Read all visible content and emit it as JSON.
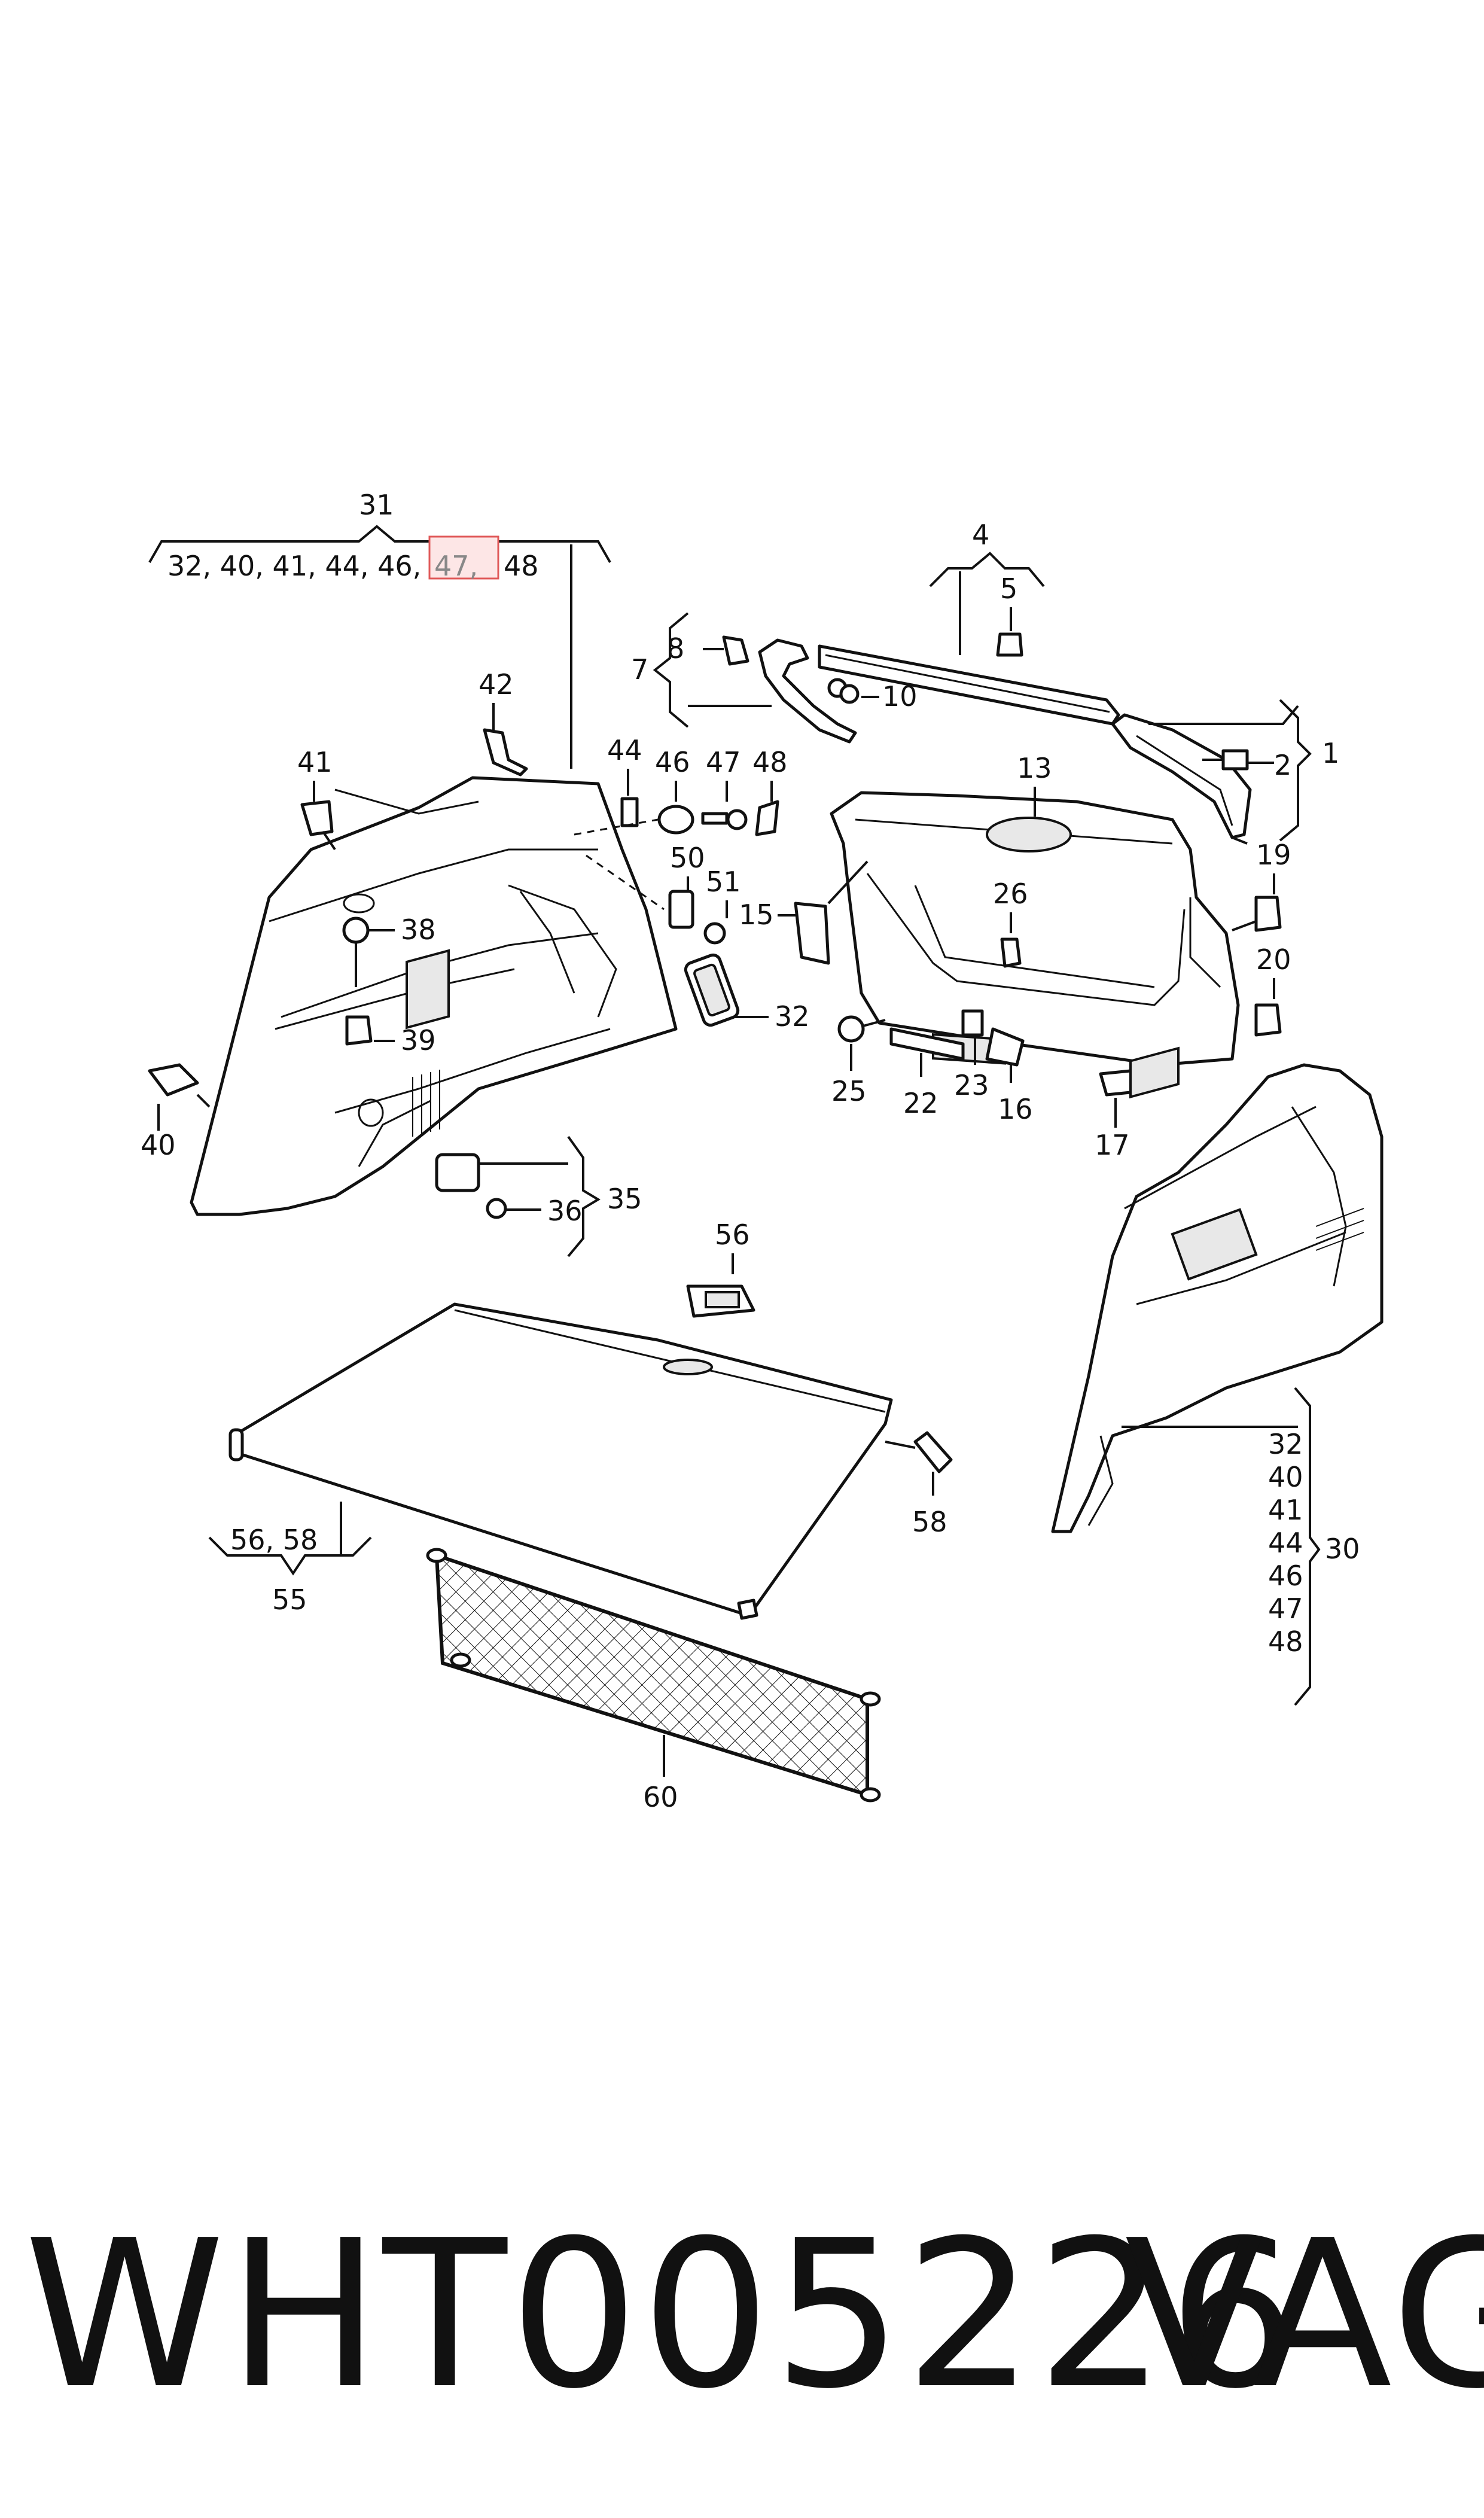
{
  "diagram": {
    "group_31": {
      "label": "31",
      "list": "32, 40, 41, 44, 46,",
      "highlight": "47,",
      "last": "48"
    },
    "callouts": {
      "c1": "1",
      "c2": "2",
      "c4": "4",
      "c5": "5",
      "c7": "7",
      "c8": "8",
      "c10": "10",
      "c13": "13",
      "c15": "15",
      "c16": "16",
      "c17": "17",
      "c19": "19",
      "c20": "20",
      "c22": "22",
      "c23": "23",
      "c25": "25",
      "c26": "26",
      "c32a": "32",
      "c35": "35",
      "c36": "36",
      "c38": "38",
      "c39": "39",
      "c40a": "40",
      "c41a": "41",
      "c42": "42",
      "c44a": "44",
      "c46a": "46",
      "c47a": "47",
      "c48a": "48",
      "c50": "50",
      "c51": "51",
      "c56a": "56",
      "c55": "55",
      "c58b": "58",
      "c60": "60",
      "c30": "30"
    },
    "group_55": {
      "list": "56, 58"
    },
    "group_30": {
      "items": [
        "32",
        "40",
        "41",
        "44",
        "46",
        "47",
        "48"
      ]
    }
  },
  "footer": {
    "part_code": "WHT005226",
    "brand": "VAG"
  }
}
